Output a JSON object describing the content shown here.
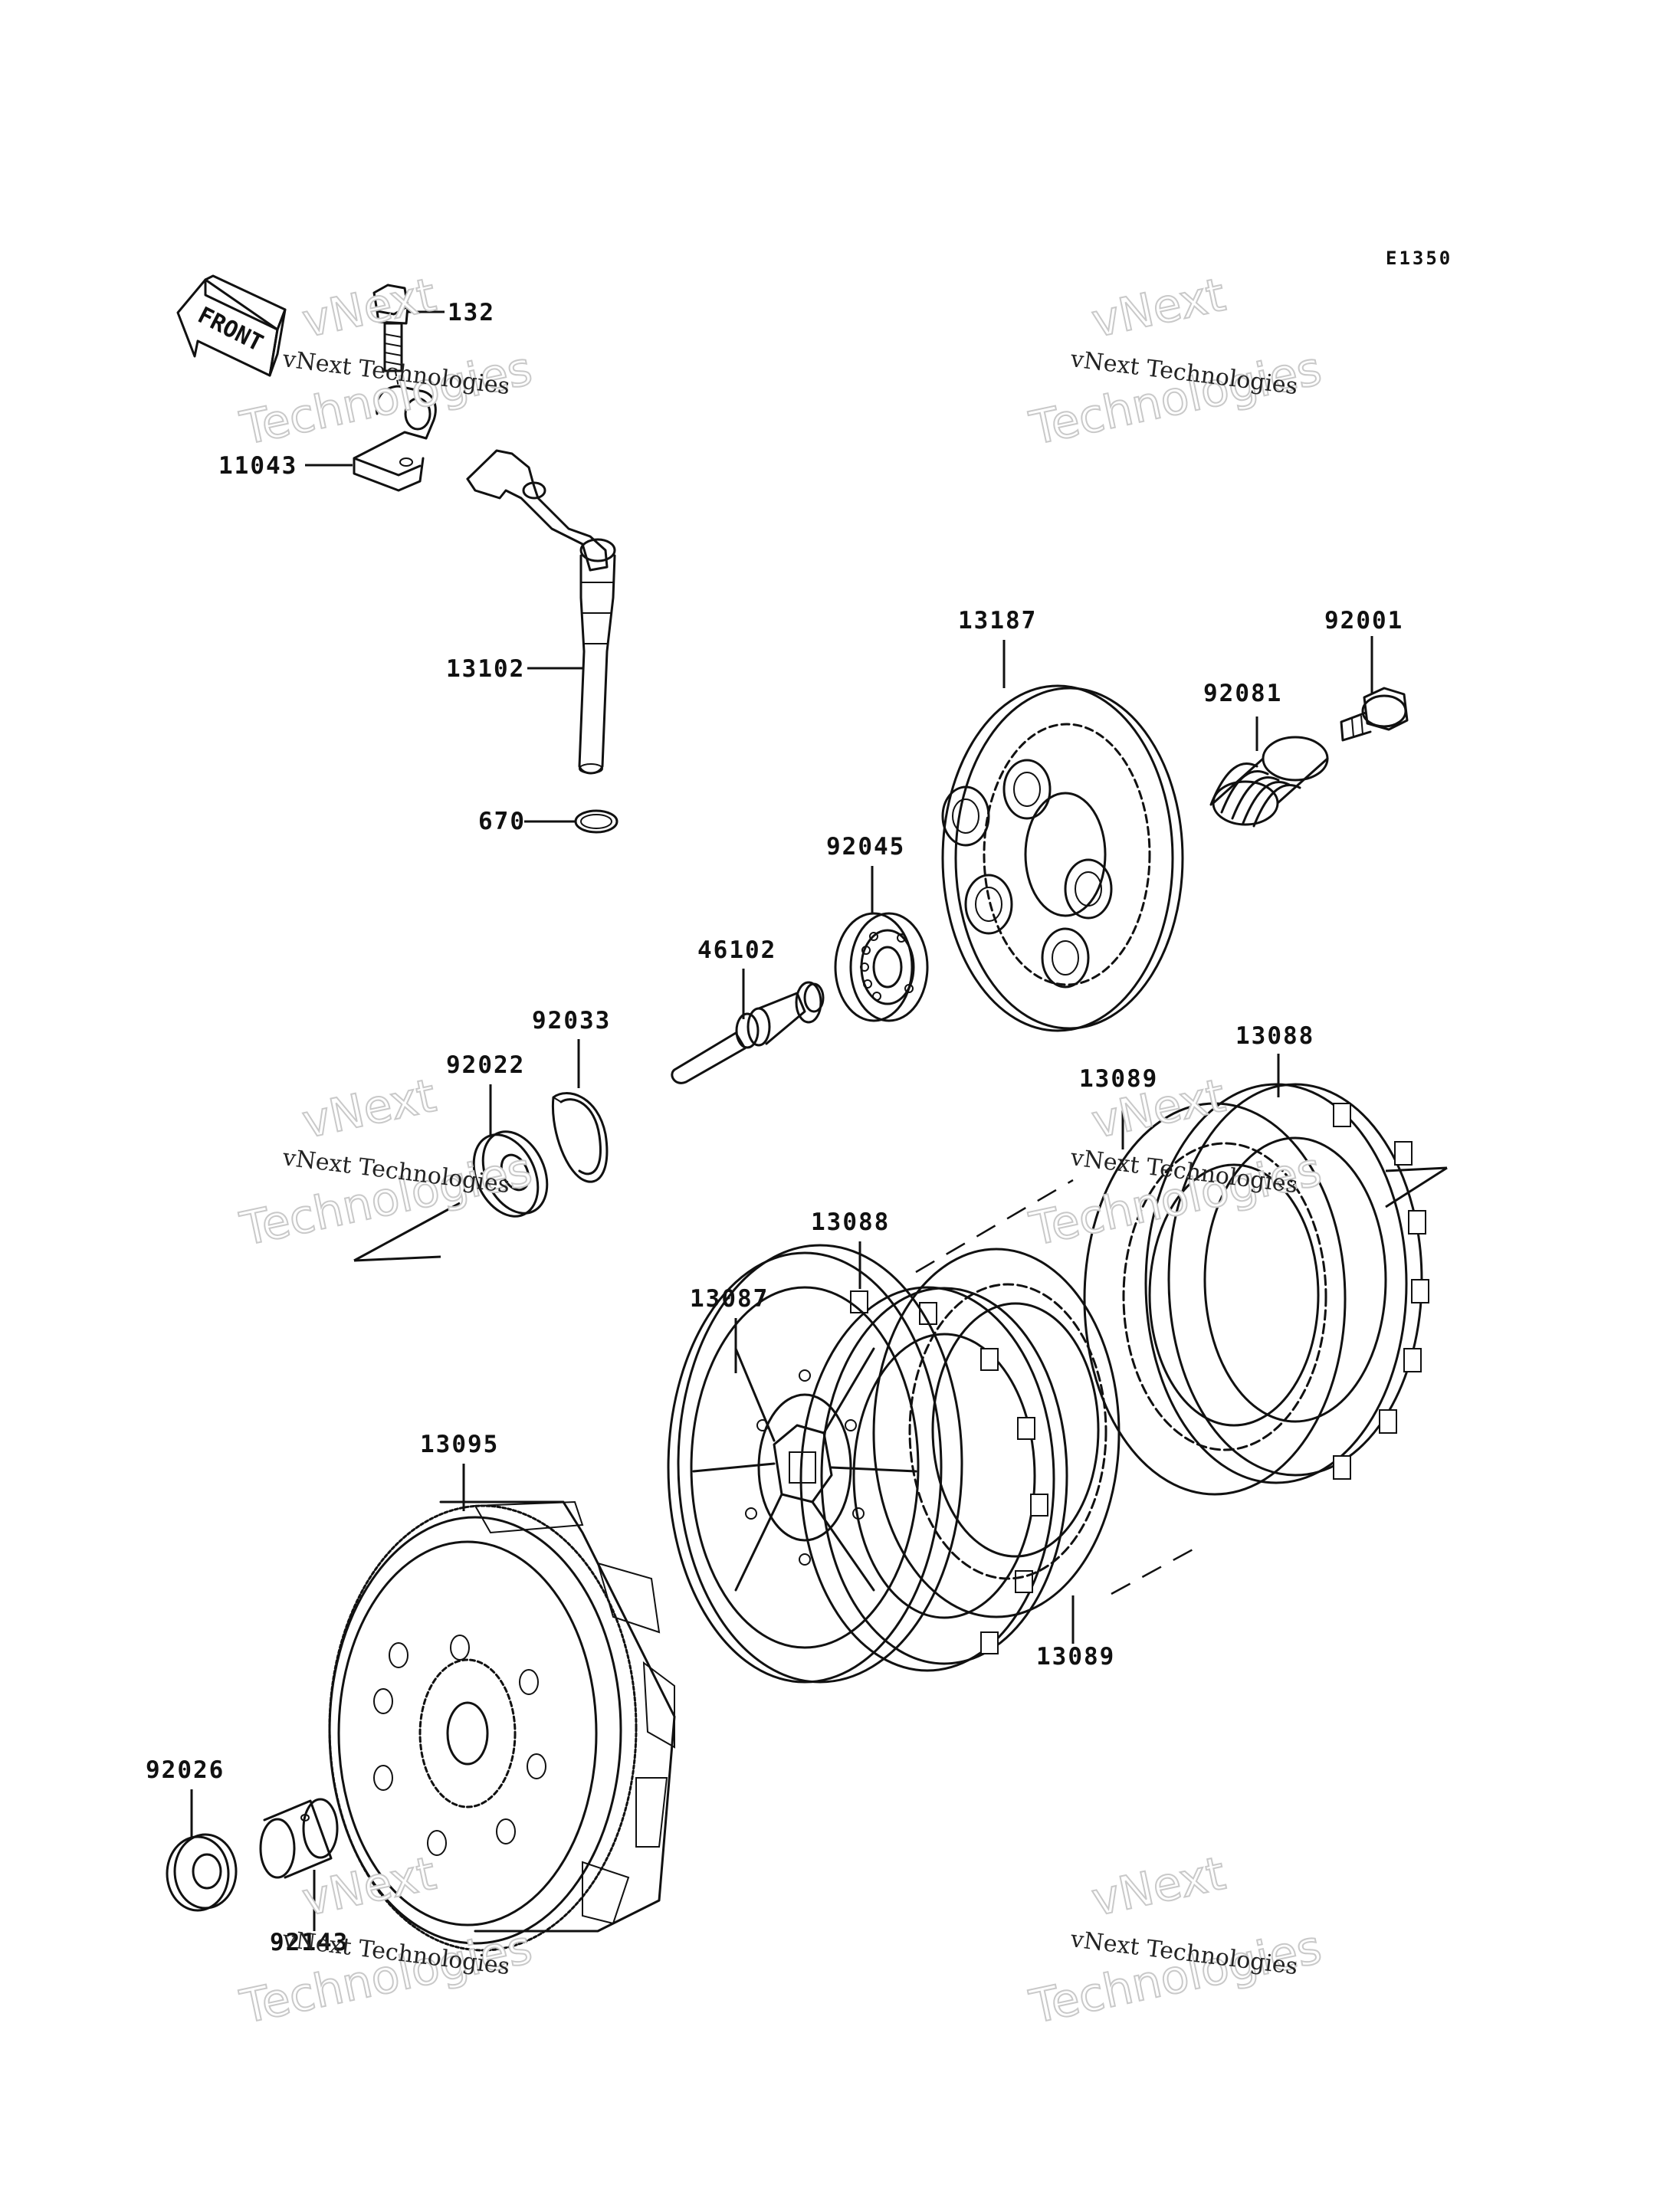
{
  "diagram_code": "E1350",
  "front_label": "FRONT",
  "watermark": {
    "company": "vNext Technologies",
    "line1": "vNext",
    "line2": "Technologies"
  },
  "parts": [
    {
      "id": "p132",
      "number": "132"
    },
    {
      "id": "p11043",
      "number": "11043"
    },
    {
      "id": "p13102",
      "number": "13102"
    },
    {
      "id": "p670",
      "number": "670"
    },
    {
      "id": "p13187",
      "number": "13187"
    },
    {
      "id": "p92001",
      "number": "92001"
    },
    {
      "id": "p92081",
      "number": "92081"
    },
    {
      "id": "p92045",
      "number": "92045"
    },
    {
      "id": "p46102",
      "number": "46102"
    },
    {
      "id": "p92033",
      "number": "92033"
    },
    {
      "id": "p92022",
      "number": "92022"
    },
    {
      "id": "p13088a",
      "number": "13088"
    },
    {
      "id": "p13089a",
      "number": "13089"
    },
    {
      "id": "p13088b",
      "number": "13088"
    },
    {
      "id": "p13087",
      "number": "13087"
    },
    {
      "id": "p13089b",
      "number": "13089"
    },
    {
      "id": "p13095",
      "number": "13095"
    },
    {
      "id": "p92026",
      "number": "92026"
    },
    {
      "id": "p92143",
      "number": "92143"
    }
  ]
}
